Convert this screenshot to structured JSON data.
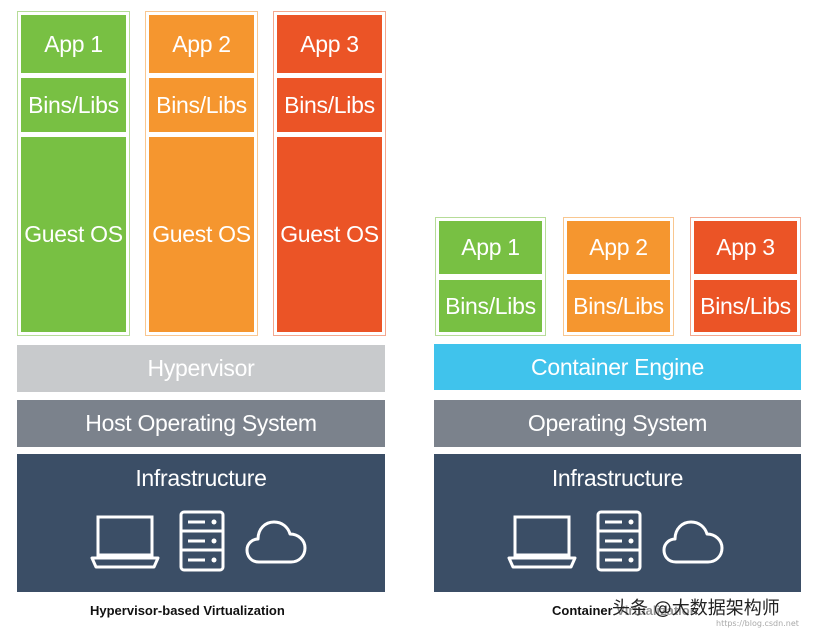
{
  "left": {
    "apps": [
      {
        "app": "App 1",
        "bins": "Bins/Libs",
        "guest": "Guest OS",
        "color": "#78c043"
      },
      {
        "app": "App 2",
        "bins": "Bins/Libs",
        "guest": "Guest OS",
        "color": "#f5962f"
      },
      {
        "app": "App 3",
        "bins": "Bins/Libs",
        "guest": "Guest OS",
        "color": "#eb5426"
      }
    ],
    "hypervisor": "Hypervisor",
    "host_os": "Host Operating System",
    "infrastructure": "Infrastructure",
    "caption": "Hypervisor-based Virtualization",
    "infra_icons": [
      "laptop-icon",
      "server-icon",
      "cloud-icon"
    ]
  },
  "right": {
    "apps": [
      {
        "app": "App 1",
        "bins": "Bins/Libs",
        "color": "#78c043"
      },
      {
        "app": "App 2",
        "bins": "Bins/Libs",
        "color": "#f5962f"
      },
      {
        "app": "App 3",
        "bins": "Bins/Libs",
        "color": "#eb5426"
      }
    ],
    "container_engine": "Container Engine",
    "os": "Operating System",
    "infrastructure": "Infrastructure",
    "caption": "Container Virtualization",
    "infra_icons": [
      "laptop-icon",
      "server-icon",
      "cloud-icon"
    ]
  },
  "watermark": {
    "main": "头条 @大数据架构师",
    "sub": "https://blog.csdn.net"
  },
  "colors": {
    "hypervisor": "#c8cacc",
    "host_os": "#7b828c",
    "infrastructure": "#3b4e66",
    "container_engine": "#40c3ec"
  }
}
